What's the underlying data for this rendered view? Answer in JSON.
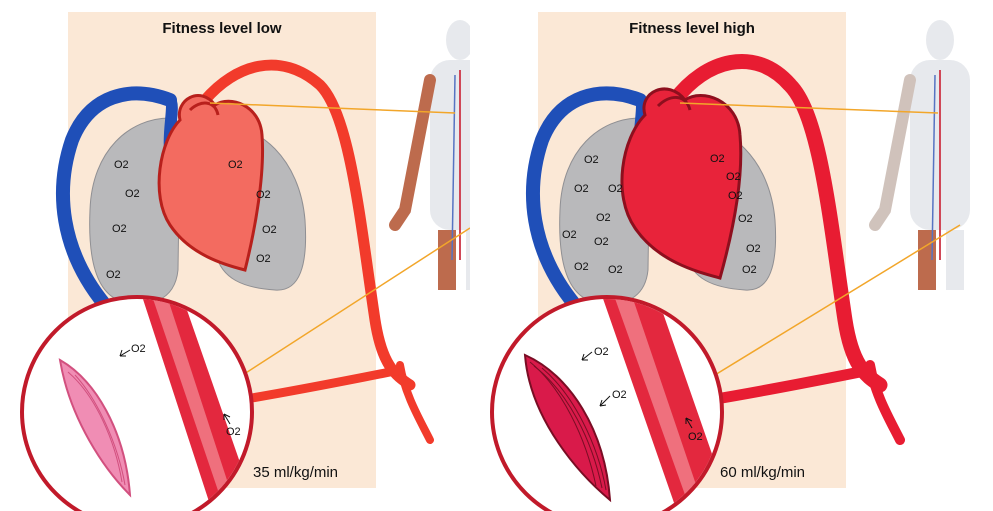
{
  "panels": [
    {
      "title": "Fitness level low",
      "rate_label": "35 ml/kg/min",
      "o2_label": "O2",
      "muscle_arrow_labels": [
        "O2",
        "O2"
      ],
      "colors": {
        "artery": "#f23b2b",
        "vein": "#1f4fb8",
        "muscle": "#f08db4",
        "muscle_stroke": "#d2507f"
      }
    },
    {
      "title": "Fitness level high",
      "rate_label": "60 ml/kg/min",
      "o2_label": "O2",
      "muscle_arrow_labels": [
        "O2",
        "O2",
        "O2"
      ],
      "colors": {
        "artery": "#e81c32",
        "vein": "#1f4fb8",
        "muscle": "#d91a4a",
        "muscle_stroke": "#7a0d24"
      }
    }
  ],
  "colors": {
    "background_panel": "#fbe8d6",
    "lung": "#b9b9bb",
    "heart": "#f36b60",
    "connector_line": "#f2a62a",
    "circle_stroke": "#c11a2a"
  }
}
